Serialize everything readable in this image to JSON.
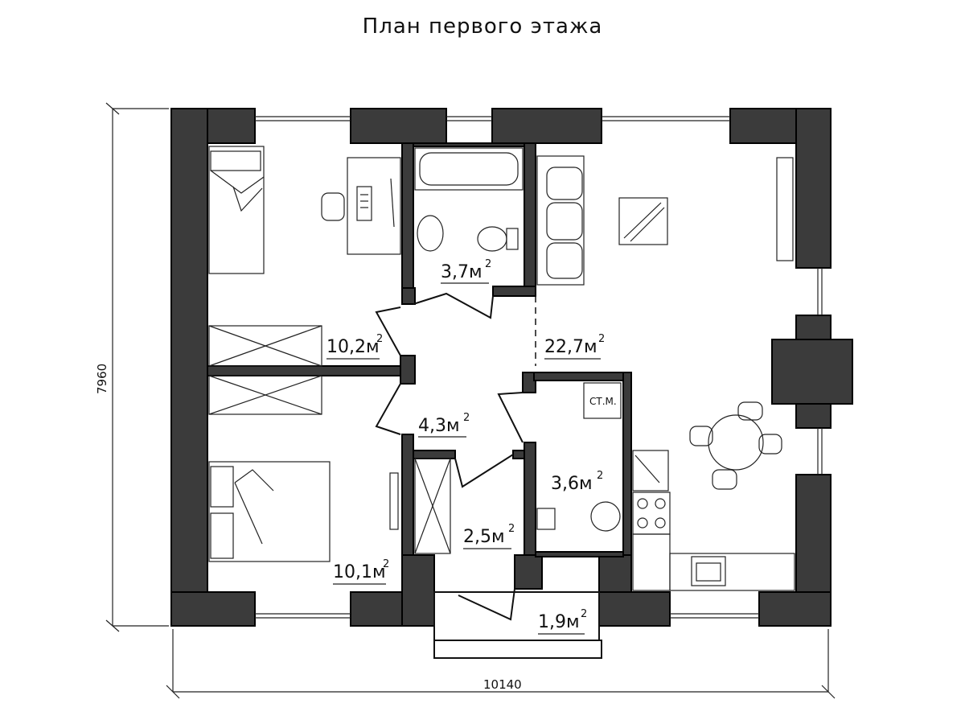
{
  "title": "План первого этажа",
  "dimensions": {
    "width": "10140",
    "height": "7960"
  },
  "rooms": [
    {
      "id": "bedroom1",
      "area": "10,2м",
      "sup": "2"
    },
    {
      "id": "bathroom",
      "area": "3,7м",
      "sup": "2"
    },
    {
      "id": "living",
      "area": "22,7м",
      "sup": "2"
    },
    {
      "id": "hall",
      "area": "4,3м",
      "sup": "2"
    },
    {
      "id": "boiler",
      "area": "3,6м",
      "sup": "2"
    },
    {
      "id": "closet",
      "area": "2,5м",
      "sup": "2"
    },
    {
      "id": "bedroom2",
      "area": "10,1м",
      "sup": "2"
    },
    {
      "id": "porch",
      "area": "1,9м",
      "sup": "2"
    }
  ],
  "tags": {
    "boiler_equipment": "СТ.М."
  }
}
